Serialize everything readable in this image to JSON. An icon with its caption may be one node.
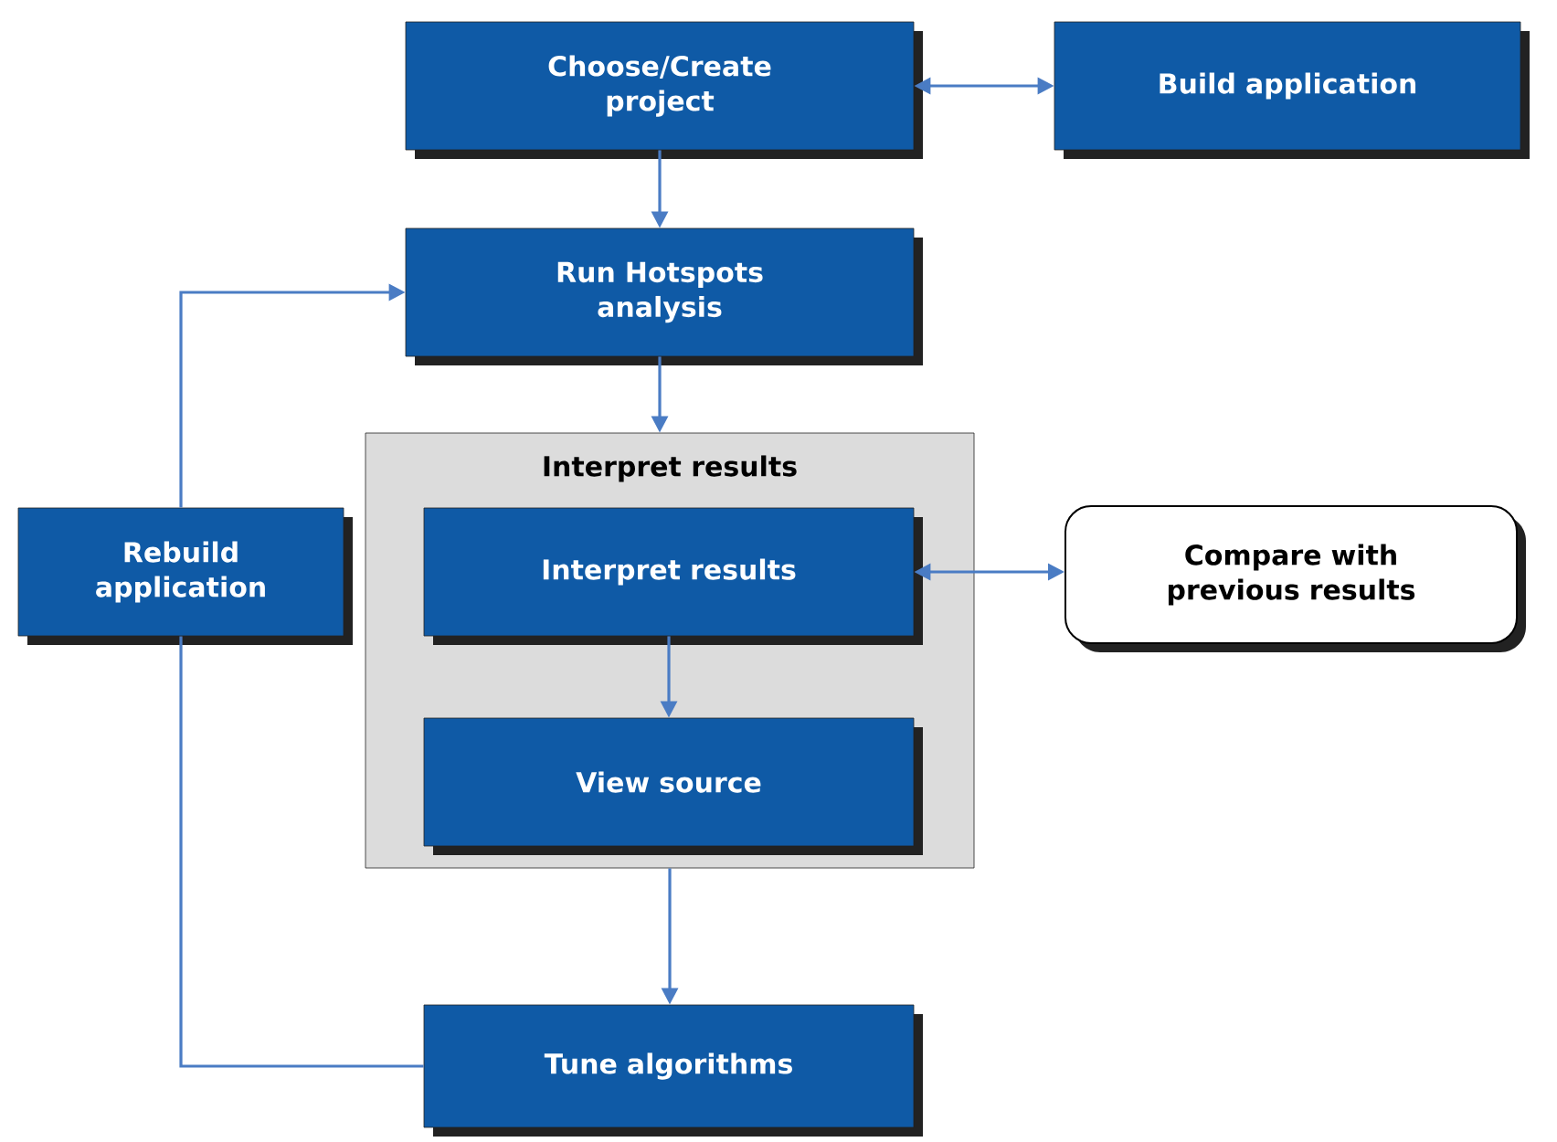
{
  "diagram": {
    "nodes": [
      {
        "text": [
          "Choose/Create project"
        ]
      },
      {
        "text": [
          "Build application"
        ]
      },
      {
        "text": [
          "Run Hotspots analysis"
        ]
      },
      {
        "text": [
          "Interpret results"
        ]
      },
      {
        "text": [
          "Interpret results"
        ],
        "in": 3
      },
      {
        "text": [
          "View source"
        ],
        "in": 3
      },
      {
        "text": [
          "Compare with previous results"
        ]
      },
      {
        "text": [
          "Rebuild application"
        ]
      },
      {
        "text": [
          "Tune algorithms"
        ]
      }
    ],
    "edges": [
      {
        "from": 0,
        "to": 1,
        "arrow": "both"
      },
      {
        "from": 0,
        "to": 2,
        "arrow": "to"
      },
      {
        "from": 2,
        "to": 3,
        "arrow": "to"
      },
      {
        "from": 4,
        "to": 6,
        "arrow": "both"
      },
      {
        "from": 4,
        "to": 5,
        "arrow": "to"
      },
      {
        "from": 3,
        "to": 8,
        "arrow": "to"
      },
      {
        "from": 8,
        "to": 7,
        "arrow": "none"
      },
      {
        "from": 7,
        "to": 2,
        "arrow": "to"
      }
    ]
  }
}
